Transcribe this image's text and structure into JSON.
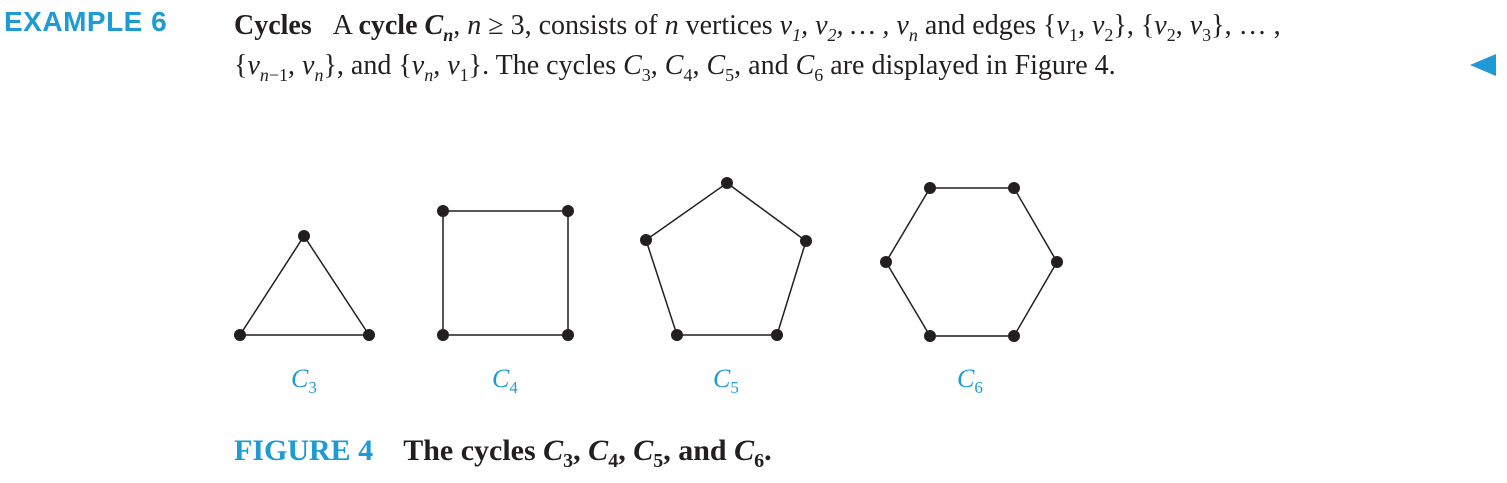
{
  "example": {
    "label": "EXAMPLE 6",
    "heading": "Cycles",
    "t_a": "A ",
    "t_cycle": "cycle ",
    "t_C": "C",
    "t_n_sub": "n",
    "t_b": ", ",
    "t_n": "n",
    "t_c": " ≥ 3, consists of ",
    "t_n2": "n",
    "t_d": " vertices ",
    "t_d2": " and edges ",
    "line1_math": "v1, v2, … , vn",
    "line1_edges": "{v1, v2}, {v2, v3}, … ,",
    "line2_edges_a": "{vn−1, vn}, and {vn, v1}.",
    "line2_text": " The cycles C3, C4, C5, and C6 are displayed in Figure 4."
  },
  "graphs": [
    {
      "name": "C",
      "sub": "3"
    },
    {
      "name": "C",
      "sub": "4"
    },
    {
      "name": "C",
      "sub": "5"
    },
    {
      "name": "C",
      "sub": "6"
    }
  ],
  "caption": {
    "number": "FIGURE 4",
    "text": "The cycles ",
    "c3": "C",
    "s3": "3",
    "sep1": ", ",
    "c4": "C",
    "s4": "4",
    "sep2": ", ",
    "c5": "C",
    "s5": "5",
    "sep3": ", and ",
    "c6": "C",
    "s6": "6",
    "end": "."
  },
  "colors": {
    "accent": "#1e9ad6",
    "text": "#231f20"
  }
}
